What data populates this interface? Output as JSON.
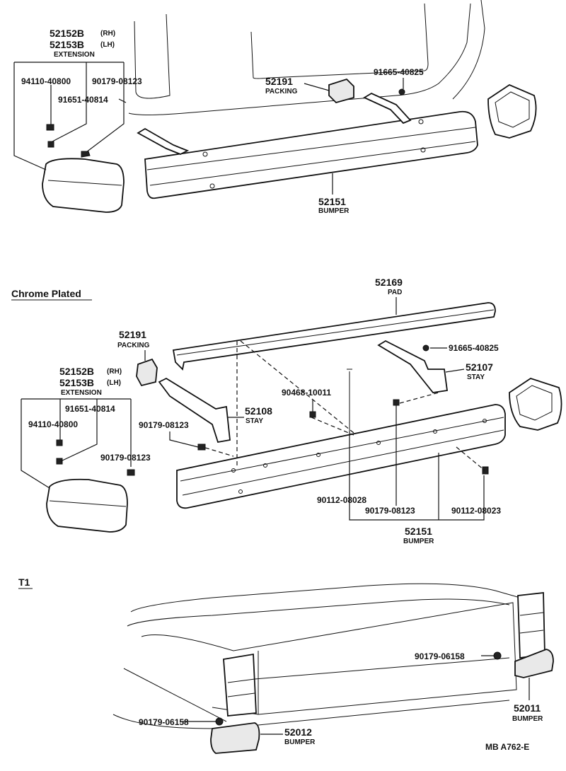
{
  "section_top": {
    "extension_rh": "52152B",
    "extension_rh_side": "(RH)",
    "extension_lh": "52153B",
    "extension_lh_side": "(LH)",
    "extension_label": "EXTENSION",
    "bolt_1": "94110-40800",
    "nut_1": "90179-08123",
    "screw_1": "91651-40814",
    "packing_num": "52191",
    "packing_label": "PACKING",
    "screw_2": "91665-40825",
    "bumper_num": "52151",
    "bumper_label": "BUMPER"
  },
  "section_chrome": {
    "heading": "Chrome Plated",
    "pad_num": "52169",
    "pad_label": "PAD",
    "packing_num": "52191",
    "packing_label": "PACKING",
    "screw_a": "91665-40825",
    "stay_rh_num": "52107",
    "stay_rh_label": "STAY",
    "extension_rh": "52152B",
    "extension_rh_side": "(RH)",
    "extension_lh": "52153B",
    "extension_lh_side": "(LH)",
    "extension_label": "EXTENSION",
    "screw_b": "91651-40814",
    "bolt_b": "94110-40800",
    "clip": "90468-10011",
    "nut_a": "90179-08123",
    "stay_lh_num": "52108",
    "stay_lh_label": "STAY",
    "nut_b": "90179-08123",
    "bolt_c": "90112-08028",
    "nut_c": "90179-08123",
    "bolt_d": "90112-08023",
    "bumper_num": "52151",
    "bumper_label": "BUMPER"
  },
  "section_t1": {
    "heading": "T1",
    "nut_rh": "90179-06158",
    "bumper_rh_num": "52011",
    "bumper_rh_label": "BUMPER",
    "nut_lh": "90179-06158",
    "bumper_lh_num": "52012",
    "bumper_lh_label": "BUMPER"
  },
  "footer": {
    "code": "MB  A762-E"
  }
}
